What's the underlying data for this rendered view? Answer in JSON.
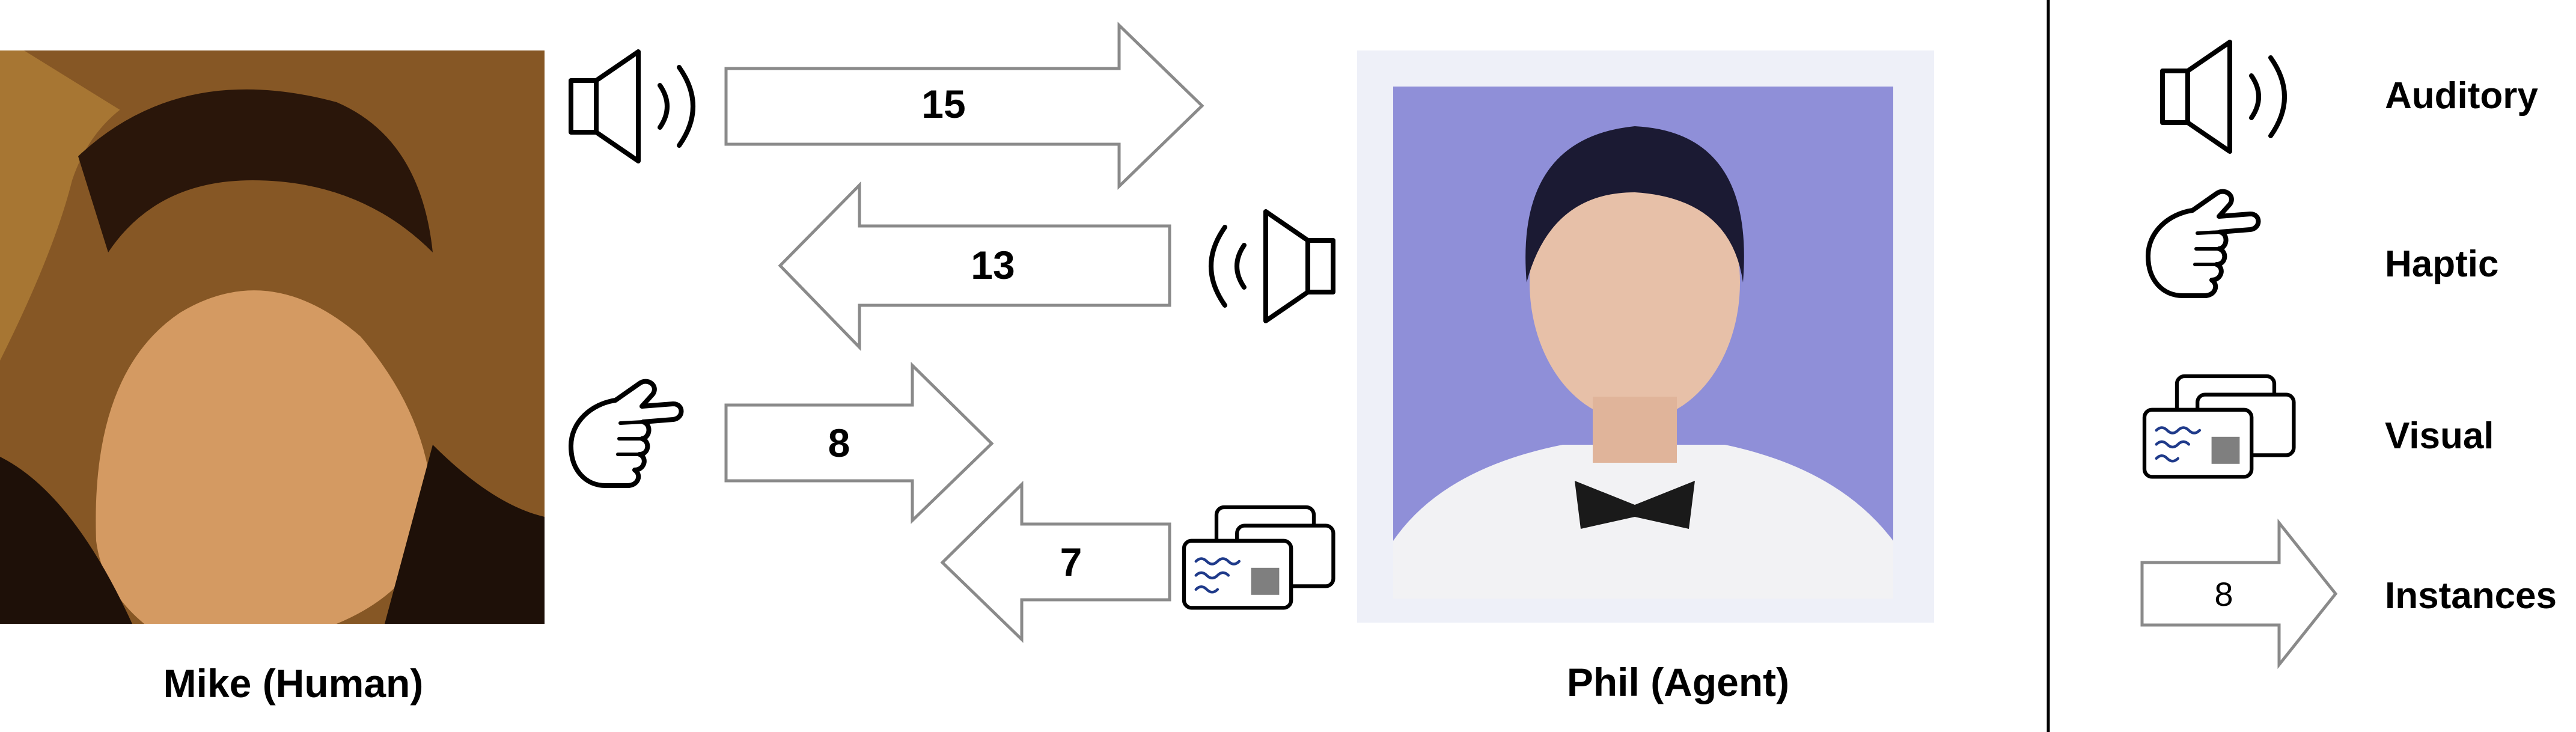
{
  "people": {
    "human": {
      "caption": "Mike (Human)"
    },
    "agent": {
      "caption": "Phil (Agent)"
    }
  },
  "exchanges": [
    {
      "direction": "human-to-agent",
      "modality": "auditory",
      "icon": "speaker-icon",
      "count": "15"
    },
    {
      "direction": "agent-to-human",
      "modality": "auditory",
      "icon": "speaker-icon",
      "count": "13"
    },
    {
      "direction": "human-to-agent",
      "modality": "haptic",
      "icon": "pointing-hand-icon",
      "count": "8"
    },
    {
      "direction": "agent-to-human",
      "modality": "visual",
      "icon": "visual-cards-icon",
      "count": "7"
    }
  ],
  "legend": {
    "items": [
      {
        "icon": "speaker-icon",
        "label": "Auditory"
      },
      {
        "icon": "pointing-hand-icon",
        "label": "Haptic"
      },
      {
        "icon": "visual-cards-icon",
        "label": "Visual"
      },
      {
        "icon": "arrow-icon",
        "label": "Instances",
        "sample_value": "8"
      }
    ]
  },
  "colors": {
    "arrow_stroke": "#8a8a8a",
    "text": "#000000",
    "agent_background": "#8f8fd8",
    "human_background": "#c08a3c",
    "visual_square": "#7f7f7f",
    "visual_wave": "#1f3a8a"
  }
}
